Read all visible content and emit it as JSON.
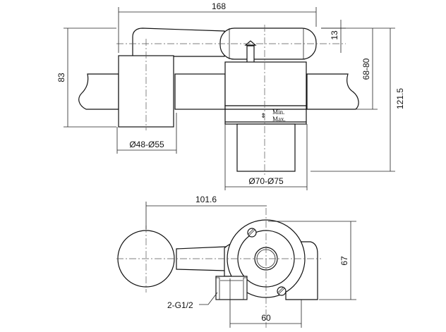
{
  "dimensions": {
    "overall_length": "168",
    "height": "83",
    "handle_offset": "13",
    "counter_thickness": "68-80",
    "total_height": "121.5",
    "small_hole_diameter": "Ø48-Ø55",
    "large_hole_diameter": "Ø70-Ø75",
    "center_distance": "101.6",
    "body_depth": "67",
    "body_width": "60"
  },
  "labels": {
    "min": "Min.",
    "max": "Max.",
    "thread": "2-G1/2"
  },
  "colors": {
    "line": "#111111",
    "background": "#ffffff"
  }
}
